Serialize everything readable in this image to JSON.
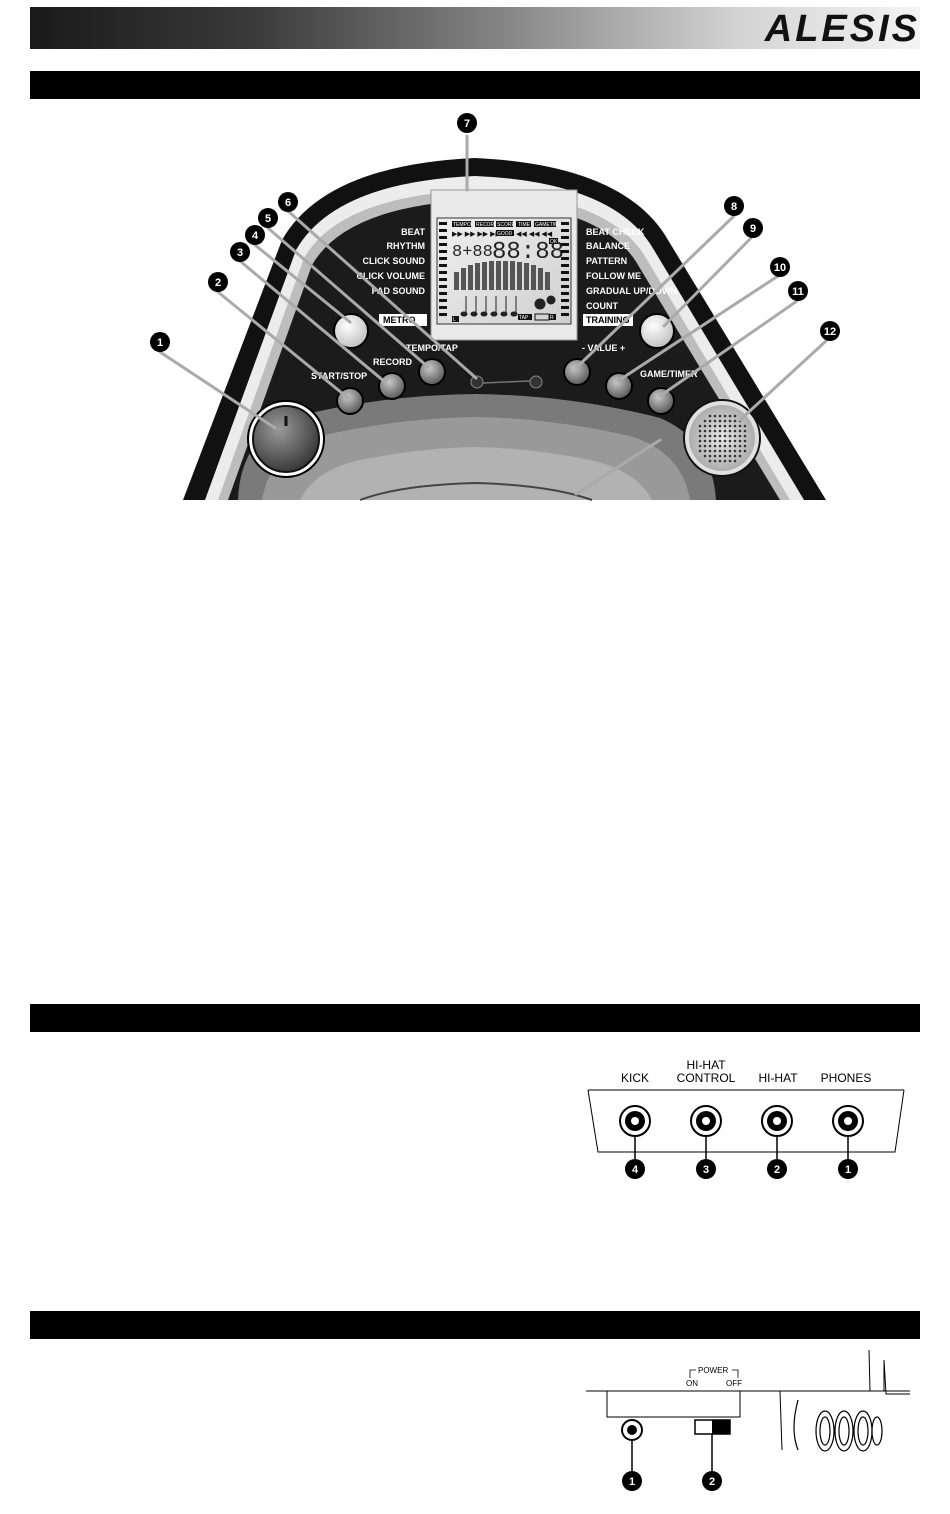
{
  "header": {
    "brand": "ALESIS"
  },
  "top_panel": {
    "callouts": [
      "1",
      "2",
      "3",
      "4",
      "5",
      "6",
      "7",
      "8",
      "9",
      "10",
      "11",
      "12"
    ],
    "left_menu": [
      "BEAT",
      "RHYTHM",
      "CLICK SOUND",
      "CLICK VOLUME",
      "PAD SOUND"
    ],
    "right_menu": [
      "BEAT CHECK",
      "BALANCE",
      "PATTERN",
      "FOLLOW ME",
      "GRADUAL UP/DOWN",
      "COUNT"
    ],
    "metro_label": "METRO",
    "training_label": "TRAINING",
    "tempo_tap_label": "TEMPO/TAP",
    "record_label": "RECORD",
    "start_stop_label": "START/STOP",
    "value_label": "- VALUE +",
    "game_timer_label": "GAME/TIMER",
    "lcd": {
      "top_labels": [
        "TEMPO",
        "RECORD",
        "SCORE",
        "TIME",
        "GAMETIME"
      ],
      "left_digits": "8+88",
      "main_digits": "88:88",
      "good_label": "GOOD",
      "ok_label": "OK",
      "tap_label": "TAP",
      "l_label": "L",
      "r_label": "R"
    }
  },
  "rear_panel": {
    "jack_labels": [
      "KICK",
      "HI-HAT\nCONTROL",
      "HI-HAT",
      "PHONES"
    ],
    "jack_callouts": [
      "4",
      "3",
      "2",
      "1"
    ]
  },
  "power_panel": {
    "power_label": "POWER",
    "on_label": "ON",
    "off_label": "OFF",
    "callouts": [
      "1",
      "2"
    ]
  }
}
